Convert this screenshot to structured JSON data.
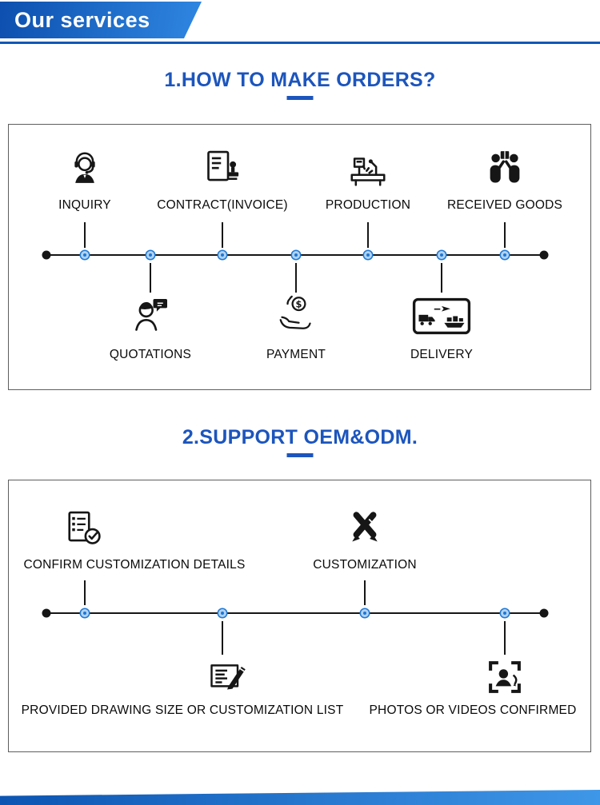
{
  "banner": {
    "title": "Our services"
  },
  "sections": [
    {
      "title": "1.HOW TO MAKE ORDERS?",
      "top_items": [
        {
          "label": "INQUIRY",
          "icon": "headset-agent-icon"
        },
        {
          "label": "CONTRACT(INVOICE)",
          "icon": "contract-stamp-icon"
        },
        {
          "label": "PRODUCTION",
          "icon": "production-machine-icon"
        },
        {
          "label": "RECEIVED GOODS",
          "icon": "handover-goods-icon"
        }
      ],
      "bottom_items": [
        {
          "label": "QUOTATIONS",
          "icon": "quotation-bubble-icon"
        },
        {
          "label": "PAYMENT",
          "icon": "hand-coin-icon"
        },
        {
          "label": "DELIVERY",
          "icon": "transport-modes-icon"
        }
      ]
    },
    {
      "title": "2.SUPPORT OEM&ODM.",
      "top_items": [
        {
          "label": "CONFIRM CUSTOMIZATION DETAILS",
          "icon": "checklist-check-icon"
        },
        {
          "label": "CUSTOMIZATION",
          "icon": "crossed-pens-icon"
        }
      ],
      "bottom_items": [
        {
          "label": "PROVIDED DRAWING SIZE OR CUSTOMIZATION LIST",
          "icon": "drawing-pencil-icon"
        },
        {
          "label": "PHOTOS OR VIDEOS CONFIRMED",
          "icon": "photo-person-icon"
        }
      ]
    }
  ],
  "colors": {
    "banner_gradient_start": "#0d4fae",
    "banner_gradient_end": "#2f87e2",
    "title_blue": "#1c55bd",
    "node_blue": "#1f78d4",
    "node_ring": "#b0d2f3",
    "line_black": "#161616"
  }
}
